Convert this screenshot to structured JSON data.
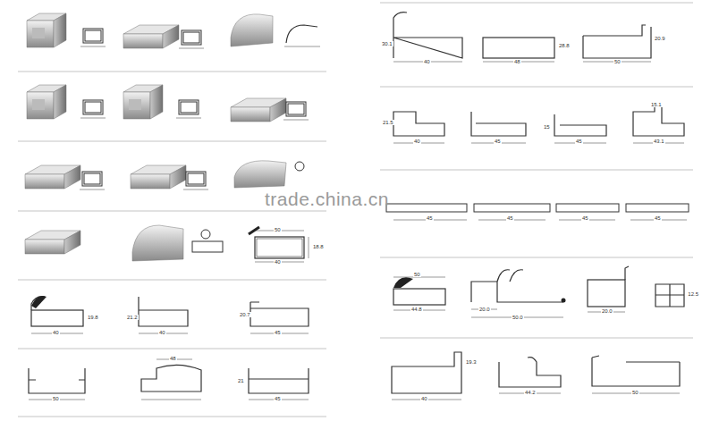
{
  "diagram": {
    "labels": [
      "40",
      "30.1",
      "48",
      "28.8",
      "50",
      "20.9",
      "40",
      "21.5",
      "45",
      "45",
      "15",
      "43.1",
      "15.1",
      "45",
      "45",
      "45",
      "45",
      "50",
      "44.8",
      "20.0",
      "50.0",
      "20.0",
      "12.5",
      "40",
      "44.2",
      "50",
      "19.3",
      "50",
      "40",
      "18.8",
      "40",
      "19.8",
      "40",
      "21.2",
      "45",
      "20.7",
      "50",
      "48",
      "45",
      "21",
      "trade.china.cn"
    ]
  }
}
